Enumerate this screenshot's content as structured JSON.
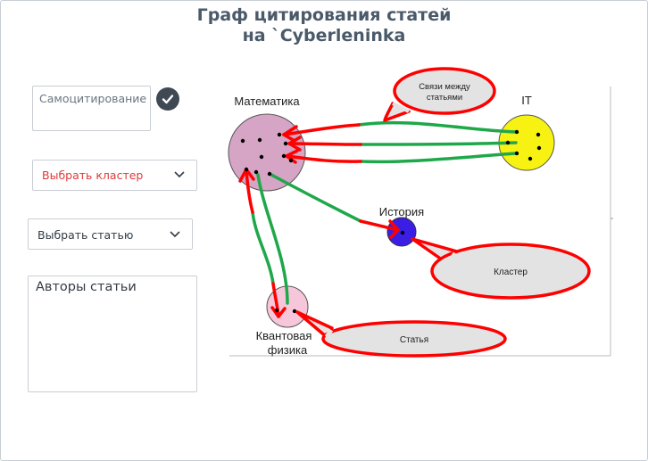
{
  "page": {
    "title_line1": "Граф цитирования статей",
    "title_line2": "на `Cyberleninka"
  },
  "controls": {
    "self_citation_label": "Самоцитирование",
    "cluster_select_label": "Выбрать кластер",
    "article_select_label": "Выбрать статью",
    "authors_label": "Авторы статьи"
  },
  "graph": {
    "node_labels": {
      "math": "Математика",
      "it": "IT",
      "history": "История",
      "quantum_line1": "Квантовая",
      "quantum_line2": "физика"
    },
    "callouts": {
      "links_line1": "Связи между",
      "links_line2": "статьями",
      "cluster": "Кластер",
      "article": "Статья"
    }
  },
  "colors": {
    "title": "#4a5a6a",
    "math_cluster": "#d6a4c4",
    "it_cluster": "#f7f212",
    "history_cluster": "#3a1ee6",
    "quantum_cluster": "#f6c7da",
    "link_green": "#1fa84a",
    "annotation_red": "#ff0000",
    "callout_fill": "#e3e3e3",
    "cluster_select_text": "#e03a3a"
  }
}
